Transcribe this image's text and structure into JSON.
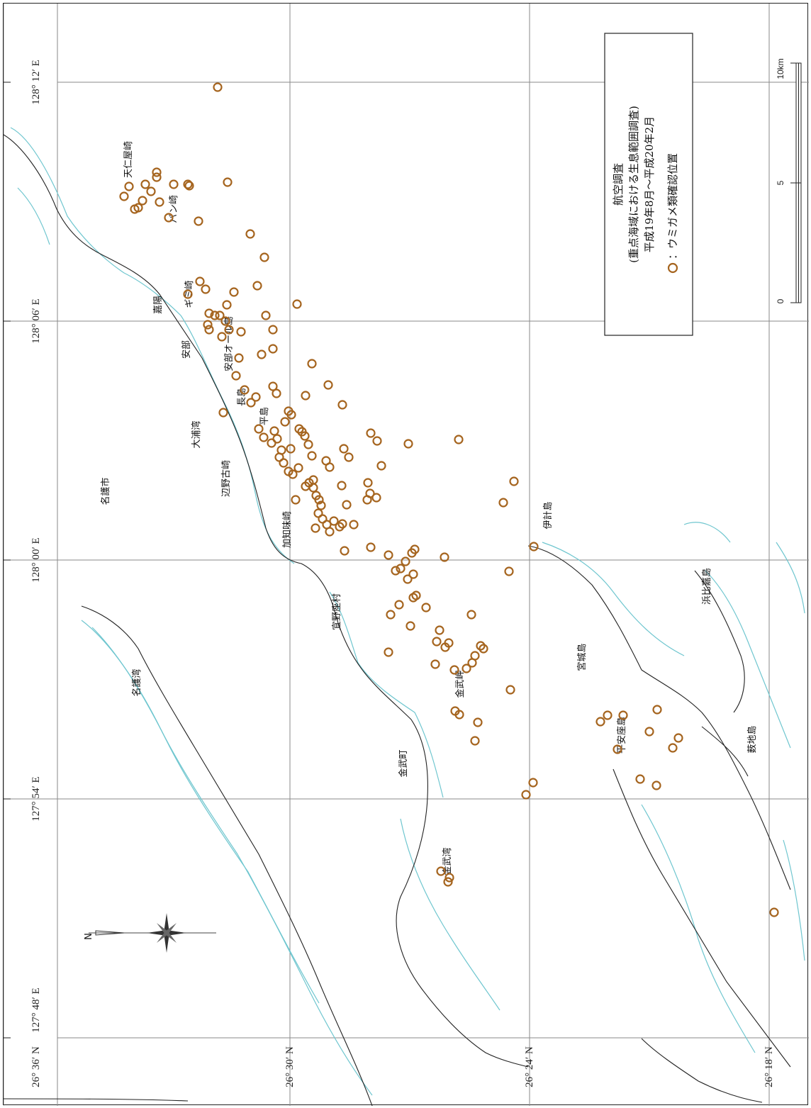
{
  "colors": {
    "sighting": "#a5641e",
    "coast": "#222222",
    "reef": "#6fc6cf",
    "grid": "#8a8a8a",
    "frame": "#222222"
  },
  "legend": {
    "title": "航空調査",
    "subtitle": "(重点海域における生息範囲調査)",
    "period": "平成19年8月～平成20年2月",
    "symbol_label": "：ウミガメ類確認位置"
  },
  "scale": {
    "labels": [
      "0",
      "5",
      "10km"
    ]
  },
  "north_arrow": {
    "label": "N",
    "icon": "compass-rose-icon"
  },
  "latitude_labels": [
    "26° 36′ N",
    "26° 30′ N",
    "26° 24′ N",
    "26° 18′ N"
  ],
  "longitude_labels": [
    "127° 48′ E",
    "127° 54′ E",
    "128° 00′ E",
    "128° 06′ E",
    "128° 12′ E"
  ],
  "place_names": [
    "天仁屋崎",
    "バン崎",
    "嘉陽",
    "ギミ崎",
    "安部",
    "安部オール島",
    "長島",
    "平島",
    "大浦湾",
    "辺野古崎",
    "名護市",
    "加知味崎",
    "宜野座村",
    "伊計島",
    "浜比嘉島",
    "宮城島",
    "平安座島",
    "薮地島",
    "金武岬",
    "金武町",
    "名護湾",
    "金武湾"
  ]
}
